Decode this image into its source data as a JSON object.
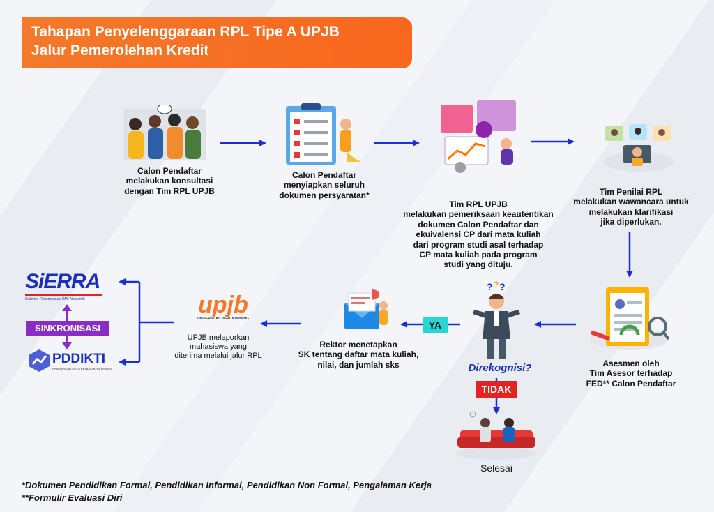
{
  "title": {
    "line1": "Tahapan Penyelenggaraan RPL Tipe A UPJB",
    "line2": "Jalur Pemerolehan Kredit"
  },
  "steps": {
    "consult": [
      "Calon Pendaftar",
      "melakukan konsultasi",
      "dengan Tim RPL UPJB"
    ],
    "docs": [
      "Calon Pendaftar",
      "menyiapkan seluruh",
      "dokumen persyaratan*"
    ],
    "verify": [
      "Tim RPL UPJB",
      "melakukan pemeriksaan keautentikan",
      "dokumen Calon Pendaftar dan",
      "ekuivalensi CP dari mata kuliah",
      "dari program studi asal terhadap",
      "CP mata kuliah pada program",
      "studi yang dituju."
    ],
    "interview": [
      "Tim Penilai RPL",
      "melakukan wawancara untuk",
      "melakukan klarifikasi",
      "jika diperlukan."
    ],
    "assess": [
      "Asesmen oleh",
      "Tim Asesor terhadap",
      "FED** Calon Pendaftar"
    ],
    "decree": [
      "Rektor menetapkan",
      "SK tentang  daftar mata kuliah,",
      "nilai, dan jumlah sks"
    ],
    "report": [
      "UPJB melaporkan",
      "mahasiswa yang",
      "diterima melalui jalur RPL"
    ]
  },
  "decision": {
    "question": "Direkognisi?",
    "yes": "YA",
    "no": "TIDAK",
    "end": "Selesai"
  },
  "logos": {
    "sierra": "SiERRA",
    "sierra_sub": "Sistem e-Rekomendasi RPL Akademik",
    "sync": "SINKRONISASI",
    "pddikti": "PDDIKTI",
    "pddikti_sub": "PANGKALAN DATA PENDIDIKAN TINGGI",
    "upjb": "upjb",
    "upjb_sub": "UNIVERSITAS PGRI JOMBANG"
  },
  "footnotes": {
    "note1": "*Dokumen Pendidikan Formal, Pendidikan Informal, Pendidikan Non Formal, Pengalaman Kerja",
    "note2": "**Formulir Evaluasi Diri"
  },
  "colors": {
    "banner": "#f4792a",
    "arrow": "#1b2fd6",
    "yes_bg": "#2ad6d3",
    "no_bg": "#e02424",
    "question": "#1d2fb8",
    "sync_bg": "#8a2dc4"
  }
}
